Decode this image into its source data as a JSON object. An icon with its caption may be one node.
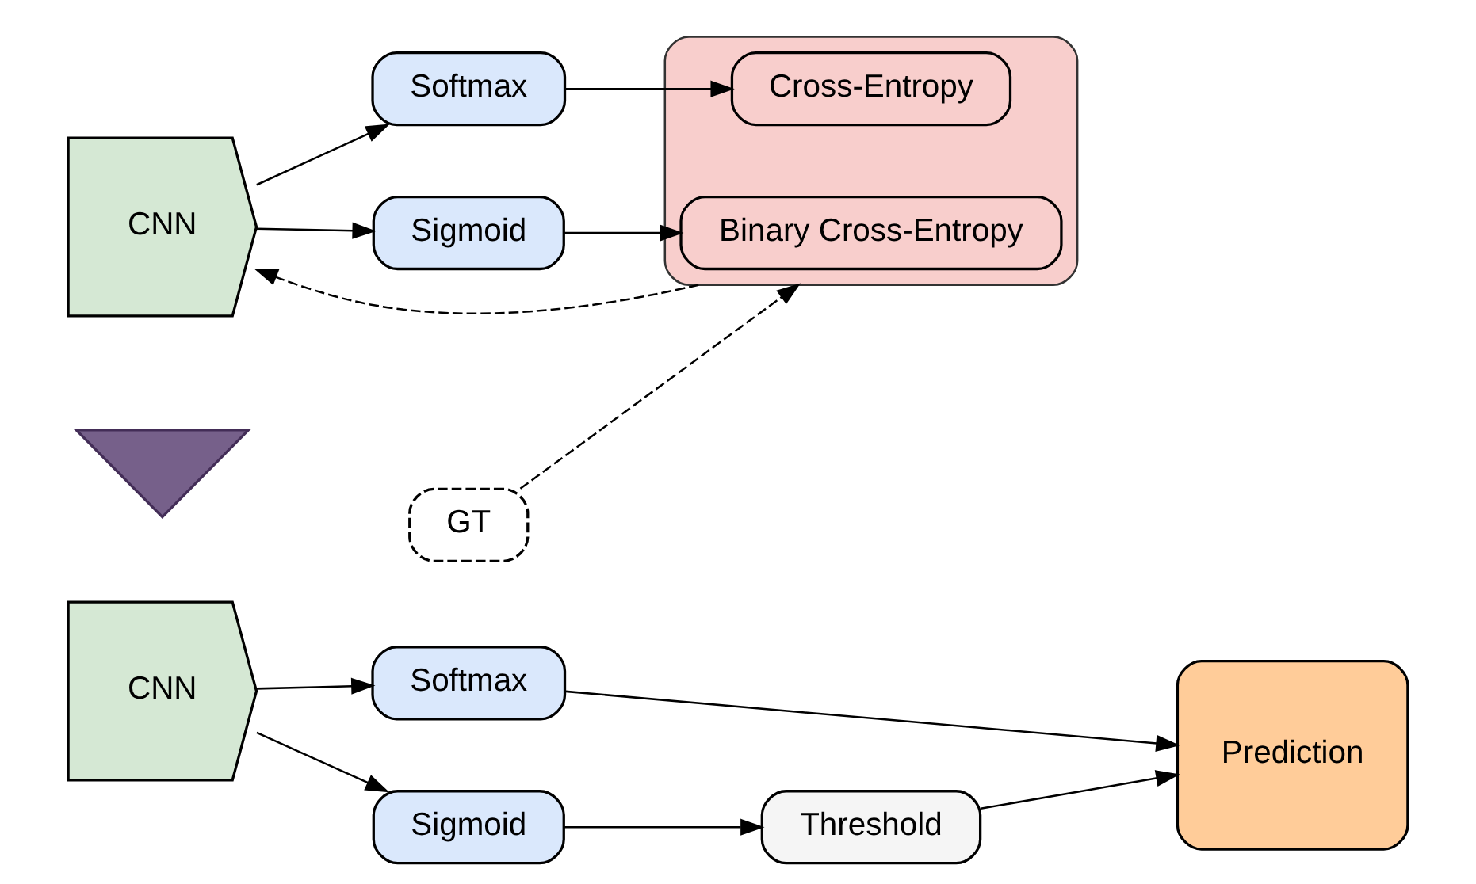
{
  "diagram": {
    "nodes": [
      {
        "text": [
          "CNN"
        ]
      },
      {
        "text": [
          "Softmax"
        ]
      },
      {
        "text": [
          "Sigmoid"
        ]
      },
      {
        "text": [],
        "shape": "box"
      },
      {
        "text": [
          "Cross-Entropy"
        ],
        "in": 3
      },
      {
        "text": [
          "Binary Cross-Entropy"
        ],
        "in": 3
      },
      {
        "text": [
          "GT"
        ]
      },
      {
        "text": [],
        "shape": "arrow"
      },
      {
        "text": [
          "CNN"
        ]
      },
      {
        "text": [
          "Softmax"
        ]
      },
      {
        "text": [
          "Sigmoid"
        ]
      },
      {
        "text": [
          "Threshold"
        ]
      },
      {
        "text": [
          "Prediction"
        ]
      }
    ],
    "edges": [
      {
        "from": 0,
        "to": 1,
        "arrow": "to"
      },
      {
        "from": 0,
        "to": 2,
        "arrow": "to"
      },
      {
        "from": 1,
        "to": 4,
        "arrow": "to"
      },
      {
        "from": 2,
        "to": 5,
        "arrow": "to"
      },
      {
        "from": 6,
        "to": 3,
        "arrow": "to",
        "style": "dashed"
      },
      {
        "from": 3,
        "to": 0,
        "arrow": "to",
        "style": "dashed"
      },
      {
        "from": 8,
        "to": 9,
        "arrow": "to"
      },
      {
        "from": 8,
        "to": 10,
        "arrow": "to"
      },
      {
        "from": 9,
        "to": 12,
        "arrow": "to"
      },
      {
        "from": 10,
        "to": 11,
        "arrow": "to"
      },
      {
        "from": 11,
        "to": 12,
        "arrow": "to"
      }
    ]
  }
}
